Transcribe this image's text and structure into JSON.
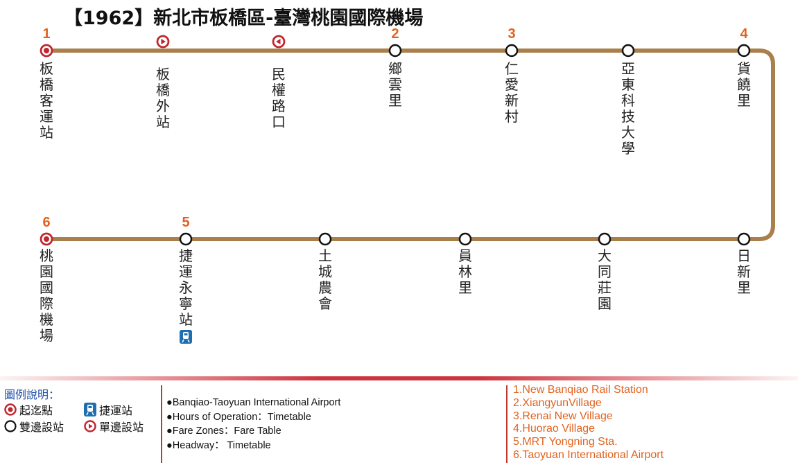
{
  "title": "【1962】新北市板橋區-臺灣桃園國際機場",
  "colors": {
    "route": "#a97f4b",
    "terminal": "#c0262d",
    "number": "#e0621e",
    "mrt": "#1f6fb0"
  },
  "stops_top": [
    {
      "name": "板橋客運站",
      "type": "terminal",
      "number": "1"
    },
    {
      "name": "板橋外站",
      "type": "one-way-right",
      "number": ""
    },
    {
      "name": "民權路口",
      "type": "one-way-left",
      "number": ""
    },
    {
      "name": "鄉雲里",
      "type": "two-way",
      "number": "2"
    },
    {
      "name": "仁愛新村",
      "type": "two-way",
      "number": "3"
    },
    {
      "name": "亞東科技大學",
      "type": "two-way",
      "number": ""
    },
    {
      "name": "貨饒里",
      "type": "two-way",
      "number": "4"
    }
  ],
  "stops_bottom": [
    {
      "name": "桃園國際機場",
      "type": "terminal",
      "number": "6"
    },
    {
      "name": "捷運永寧站",
      "type": "two-way",
      "number": "5",
      "mrt": true
    },
    {
      "name": "土城農會",
      "type": "two-way",
      "number": ""
    },
    {
      "name": "員林里",
      "type": "two-way",
      "number": ""
    },
    {
      "name": "大同莊園",
      "type": "two-way",
      "number": ""
    },
    {
      "name": "日新里",
      "type": "two-way",
      "number": ""
    }
  ],
  "legend": {
    "title": "圖例說明：",
    "terminal": "起迄點",
    "mrt": "捷運站",
    "two_way": "雙邊設站",
    "one_way": "單邊設站"
  },
  "info": [
    "●Banqiao-Taoyuan International Airport",
    "●Hours of Operation：Timetable",
    "●Fare Zones：Fare Table",
    "●Headway： Timetable"
  ],
  "notes": [
    "1.New Banqiao Rail Station",
    "2.XiangyunVillage",
    "3.Renai New Village",
    "4.Huorao Village",
    "5.MRT Yongning Sta.",
    "6.Taoyuan International Airport"
  ]
}
